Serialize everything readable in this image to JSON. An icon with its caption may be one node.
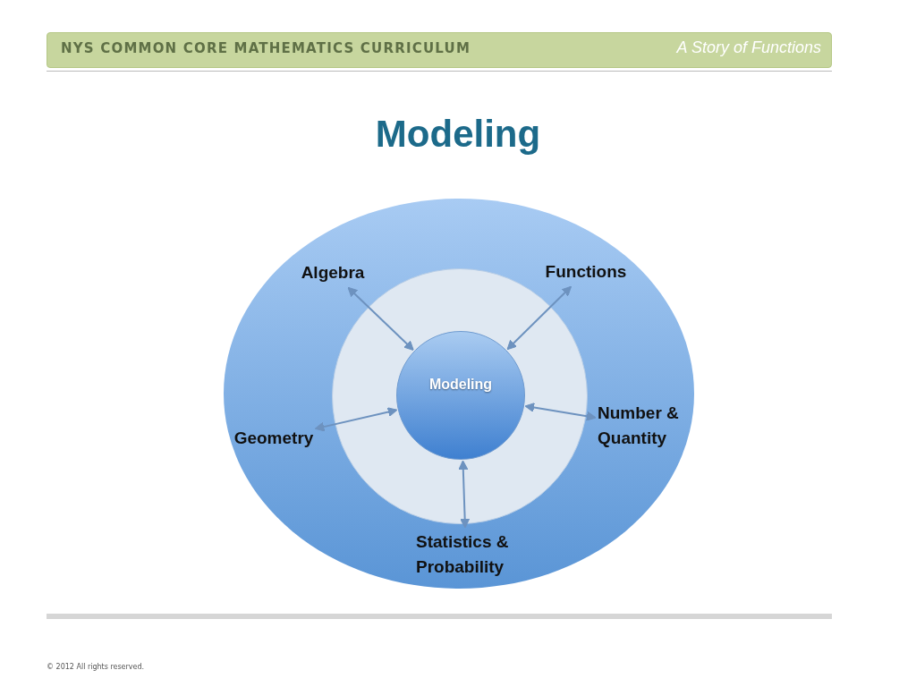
{
  "diagram": {
    "title": "Modeling",
    "nodes": [
      {
        "text": [],
        "shape": "circle"
      },
      {
        "text": [],
        "shape": "circle",
        "in": 0
      },
      {
        "text": [
          "Modeling"
        ],
        "in": 1
      },
      {
        "text": [
          "Algebra"
        ],
        "in": 0
      },
      {
        "text": [
          "Functions"
        ],
        "in": 0
      },
      {
        "text": [
          "Geometry"
        ],
        "in": 0
      },
      {
        "text": [
          "Number & Quantity"
        ],
        "in": 0
      },
      {
        "text": [
          "Statistics & Probability"
        ],
        "in": 0
      }
    ],
    "edges": [
      {
        "from": 2,
        "to": 3,
        "arrow": "both"
      },
      {
        "from": 2,
        "to": 4,
        "arrow": "both"
      },
      {
        "from": 2,
        "to": 5,
        "arrow": "both"
      },
      {
        "from": 2,
        "to": 6,
        "arrow": "both"
      },
      {
        "from": 2,
        "to": 7,
        "arrow": "both"
      }
    ],
    "labels": [
      "NYS COMMON CORE MATHEMATICS CURRICULUM",
      "A Story of Functions",
      "© 2012 All rights reserved."
    ]
  }
}
